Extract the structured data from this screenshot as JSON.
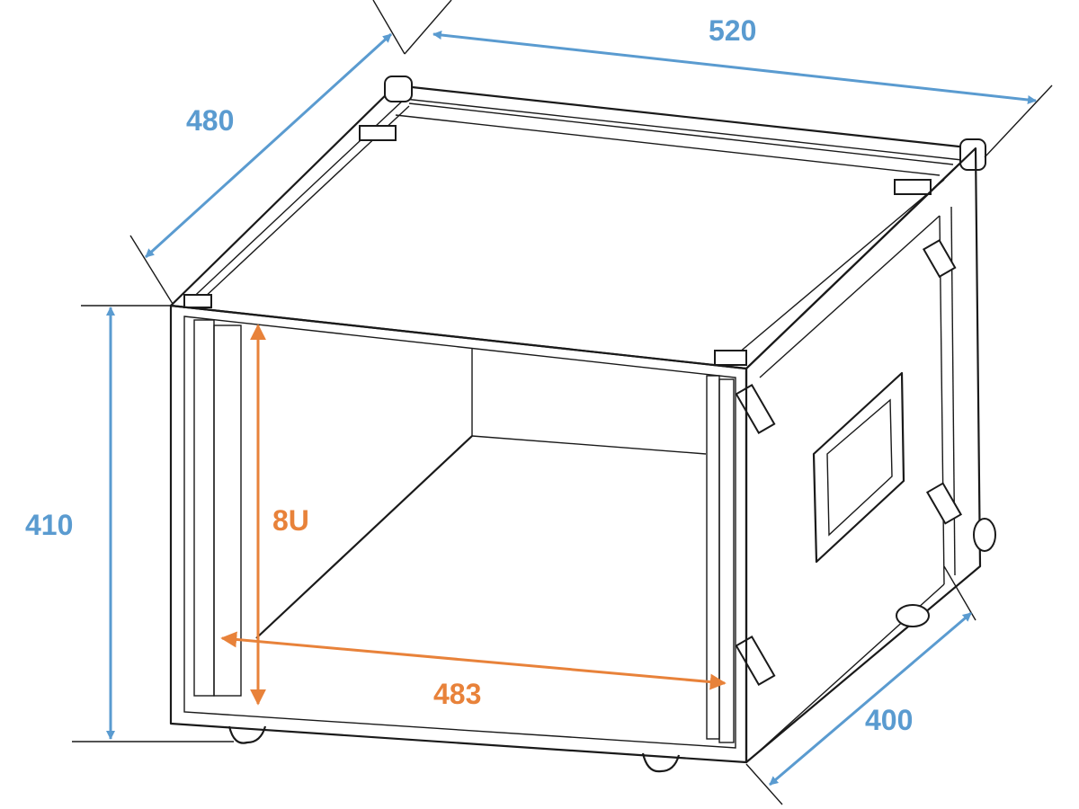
{
  "title": "8U rack case dimension drawing",
  "colors": {
    "outer_dimension": "#5a9bd0",
    "inner_dimension": "#e8823a",
    "line": "#1a1a1a"
  },
  "dimensions": {
    "width": "520",
    "depth": "480",
    "height": "410",
    "side_depth": "400",
    "rack_units": "8U",
    "rack_width": "483"
  }
}
